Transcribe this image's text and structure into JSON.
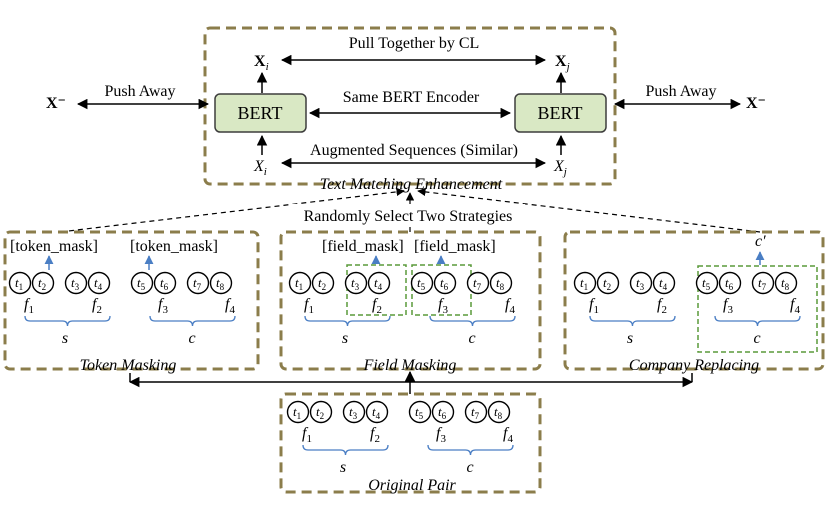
{
  "top": {
    "pull_label": "Pull Together by CL",
    "encoder_label": "Same BERT Encoder",
    "aug_label": "Augmented Sequences (Similar)",
    "caption": "Text Matching Enhancement",
    "bert": "BERT",
    "xi_bold": "X",
    "xi_sub": "i",
    "xj_bold": "X",
    "xj_sub": "j",
    "xi_in": "X",
    "xj_in": "X",
    "x_neg": "X⁻",
    "push_away": "Push Away"
  },
  "select_label": "Randomly Select Two Strategies",
  "strategies": {
    "token_masking": "Token Masking",
    "field_masking": "Field Masking",
    "company_replacing": "Company Replacing",
    "original_pair": "Original Pair"
  },
  "mask_labels": {
    "token_mask": "[token_mask]",
    "field_mask": "[field_mask]",
    "c_prime": "c′"
  },
  "tokens": [
    "t1",
    "t2",
    "t3",
    "t4",
    "t5",
    "t6",
    "t7",
    "t8"
  ],
  "fields": [
    "f1",
    "f2",
    "f3",
    "f4"
  ],
  "groups": {
    "s": "s",
    "c": "c"
  },
  "colors": {
    "box_border": "#8B7D4B",
    "bert_fill": "#D9E8C4",
    "bert_border": "#3D3D3D",
    "brace": "#4A7EC4",
    "mask_arrow": "#4A7EC4",
    "field_box": "#5A9A3A"
  }
}
